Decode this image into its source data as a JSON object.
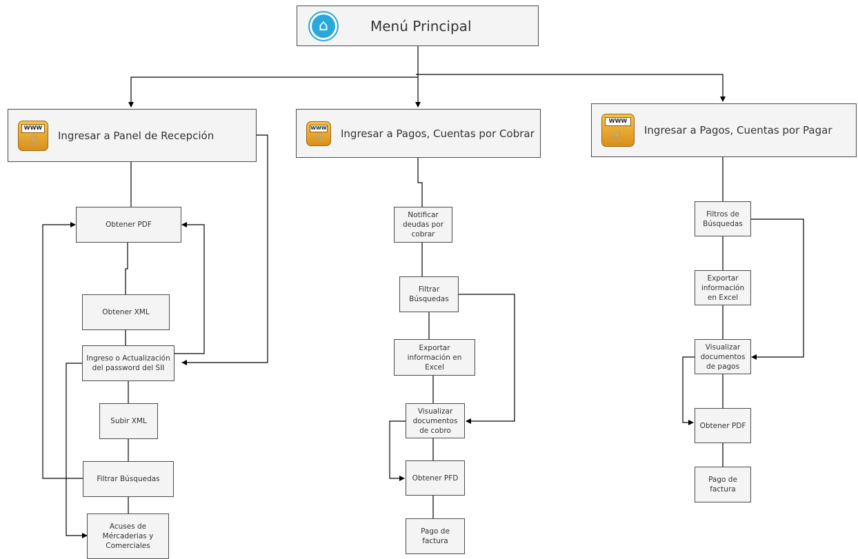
{
  "menu": {
    "title": "Menú Principal",
    "icon": "home-icon"
  },
  "branches": {
    "recepcion": {
      "title": "Ingresar a Panel de Recepción",
      "icon": "www-click-icon"
    },
    "cobrar": {
      "title": "Ingresar a Pagos, Cuentas por Cobrar",
      "icon": "www-click-icon"
    },
    "pagar": {
      "title": "Ingresar a Pagos, Cuentas por Pagar",
      "icon": "www-click-icon"
    }
  },
  "nodes": {
    "r_pdf": "Obtener PDF",
    "r_xml": "Obtener XML",
    "r_pass": "Ingreso o Actualización del password del SII",
    "r_subir": "Subir XML",
    "r_filtrar": "Filtrar Búsquedas",
    "r_acuses": "Acuses de Mércaderias y Comerciales",
    "c_notificar": "Notificar deudas por cobrar",
    "c_filtrar": "Filtrar Búsquedas",
    "c_exportar": "Exportar información en Excel",
    "c_visualizar": "Visualizar documentos de cobro",
    "c_pfd": "Obtener PFD",
    "c_pago": "Pago de factura",
    "p_filtros": "Filtros de Búsquedas",
    "p_exportar": "Exportar información en Excel",
    "p_visualizar": "Visualizar documentos de pagos",
    "p_pdf": "Obtener PDF",
    "p_pago": "Pago de factura"
  },
  "colors": {
    "line": "#000000",
    "box_fill": "#f4f4f4",
    "box_border": "#4a4a4a",
    "home_icon": "#2aa8dc"
  }
}
